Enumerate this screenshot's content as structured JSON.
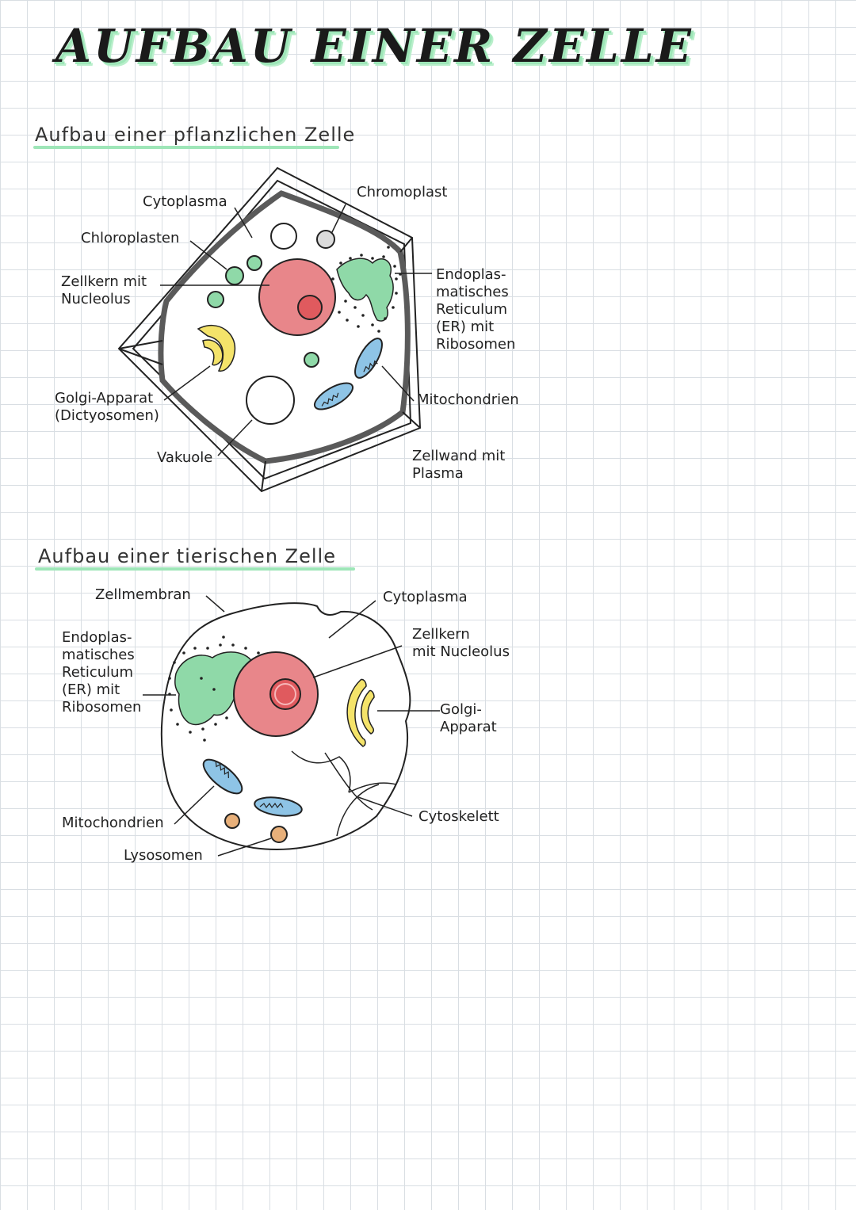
{
  "page": {
    "title": "AUFBAU EINER ZELLE"
  },
  "plant_cell": {
    "heading": "Aufbau einer pflanzlichen Zelle",
    "labels": {
      "cytoplasma": "Cytoplasma",
      "chromoplast": "Chromoplast",
      "chloroplasten": "Chloroplasten",
      "zellkern": "Zellkern mit\nNucleolus",
      "er": "Endoplas-\nmatisches\nReticulum\n(ER) mit\nRibosomen",
      "golgi": "Golgi-Apparat\n(Dictyosomen)",
      "mitochondrien": "Mitochondrien",
      "vakuole": "Vakuole",
      "zellwand": "Zellwand mit\nPlasma"
    }
  },
  "animal_cell": {
    "heading": "Aufbau einer tierischen Zelle",
    "labels": {
      "zellmembran": "Zellmembran",
      "cytoplasma": "Cytoplasma",
      "zellkern": "Zellkern\nmit Nucleolus",
      "er": "Endoplas-\nmatisches\nReticulum\n(ER) mit\nRibosomen",
      "golgi": "Golgi-\nApparat",
      "mitochondrien": "Mitochondrien",
      "cytoskelett": "Cytoskelett",
      "lysosomen": "Lysosomen"
    }
  },
  "colors": {
    "accent_green": "#9ee6b8",
    "nucleus": "#e8868a",
    "nucleolus": "#e05a5e",
    "chloroplast": "#8fd9a8",
    "golgi": "#f4e36a",
    "mitochondria": "#8ec4e6",
    "lysosome": "#e8b07a",
    "cell_wall": "#5a5a5a"
  }
}
